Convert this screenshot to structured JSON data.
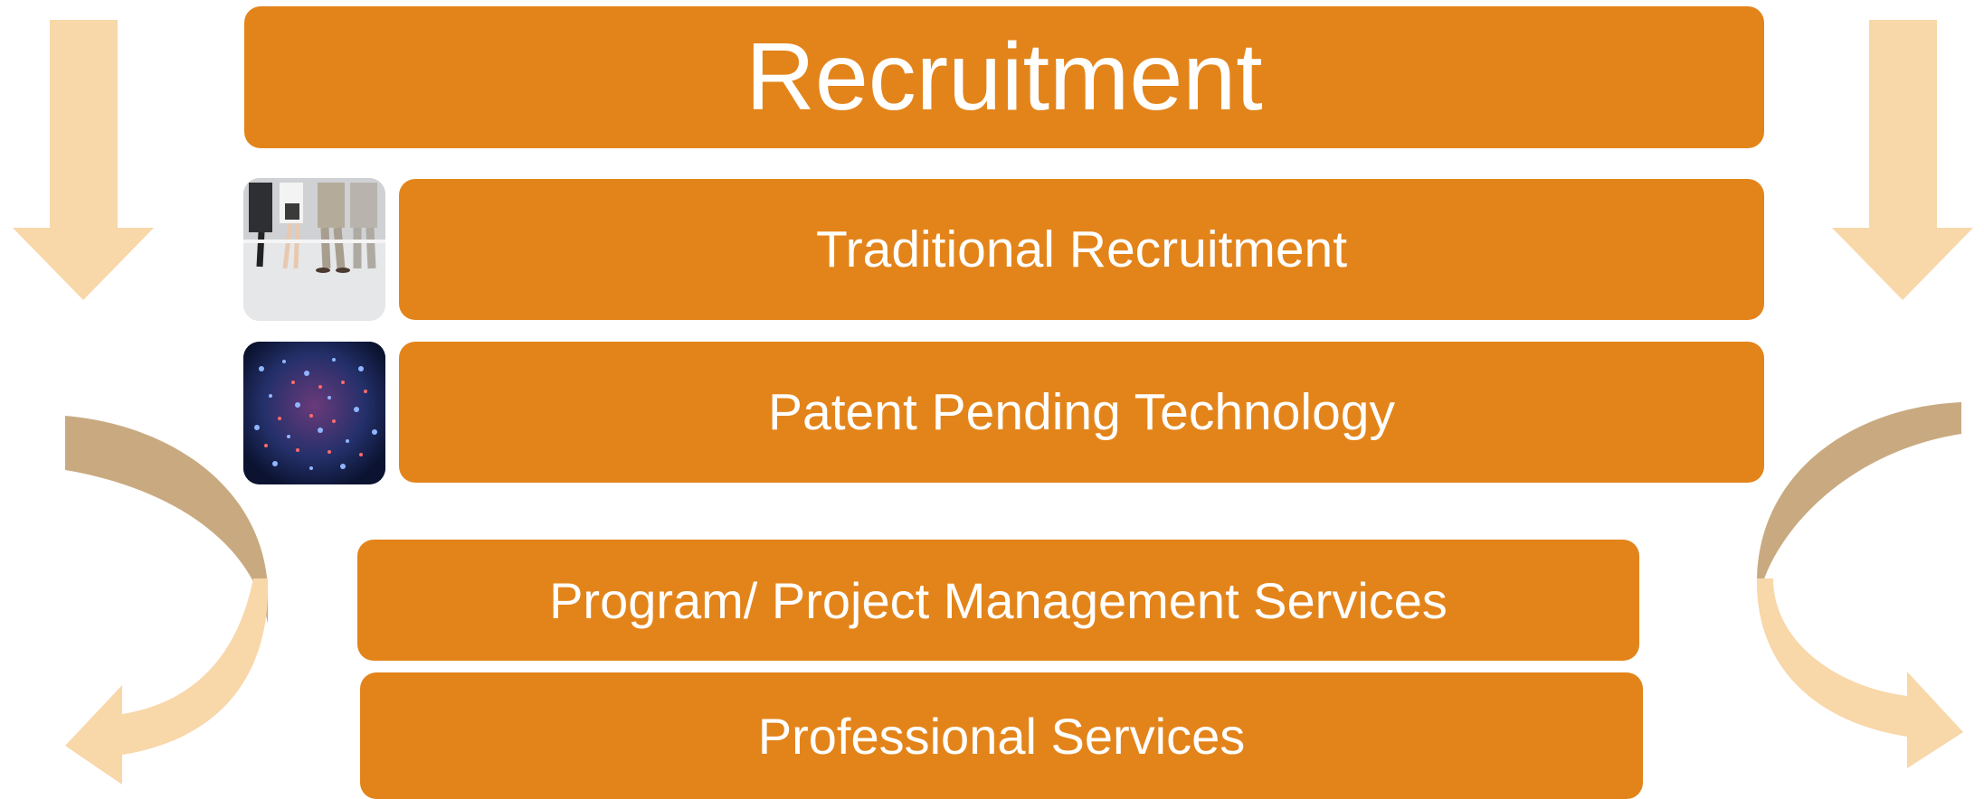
{
  "colors": {
    "box_fill": "#E3841A",
    "box_text": "#FFFFFF",
    "arrow_light": "#F8D7A9",
    "arrow_dark": "#C9AA80"
  },
  "header": {
    "title": "Recruitment"
  },
  "items": [
    {
      "label": "Traditional Recruitment",
      "icon": "interview-candidates-photo"
    },
    {
      "label": "Patent Pending Technology",
      "icon": "digital-network-photo"
    }
  ],
  "services": [
    {
      "label": "Program/ Project Management Services"
    },
    {
      "label": "Professional Services"
    }
  ]
}
